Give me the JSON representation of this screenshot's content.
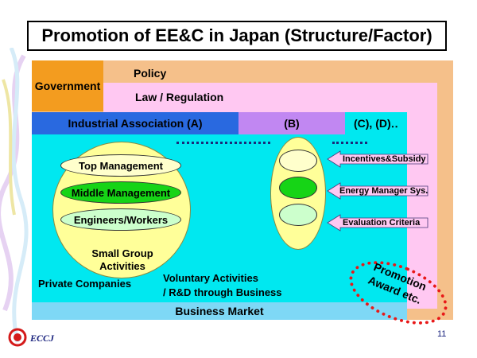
{
  "title": "Promotion of EE&C in Japan (Structure/Factor)",
  "layers": {
    "government": "Government",
    "policy": "Policy",
    "law": "Law / Regulation",
    "assoc_a": "Industrial Association (A)",
    "assoc_b": "(B)",
    "assoc_cd": "(C), (D)‥",
    "business_market": "Business Market"
  },
  "company": {
    "levels": [
      "Top Management",
      "Middle Management",
      "Engineers/Workers"
    ],
    "small_group": "Small Group\nActivities",
    "private": "Private Companies",
    "voluntary": "Voluntary Activities\n/ R&D through Business"
  },
  "incentives": [
    "Incentives&Subsidy",
    "Energy Manager Sys.",
    "Evaluation Criteria"
  ],
  "promotion": "Promotion\nAward etc.",
  "footer": {
    "logo_text": "ECCJ",
    "page_number": "11"
  },
  "colors": {
    "government": "#f5c08a",
    "government_label": "#f39c1f",
    "law": "#ffc8f2",
    "assoc_a": "#2969e0",
    "assoc_b": "#c187f2",
    "companies": "#00e8f0",
    "business_market": "#7ed8f6",
    "company_oval": "#ffff99",
    "middle_highlight": "#16d416",
    "promotion_dots": "#e81818"
  }
}
